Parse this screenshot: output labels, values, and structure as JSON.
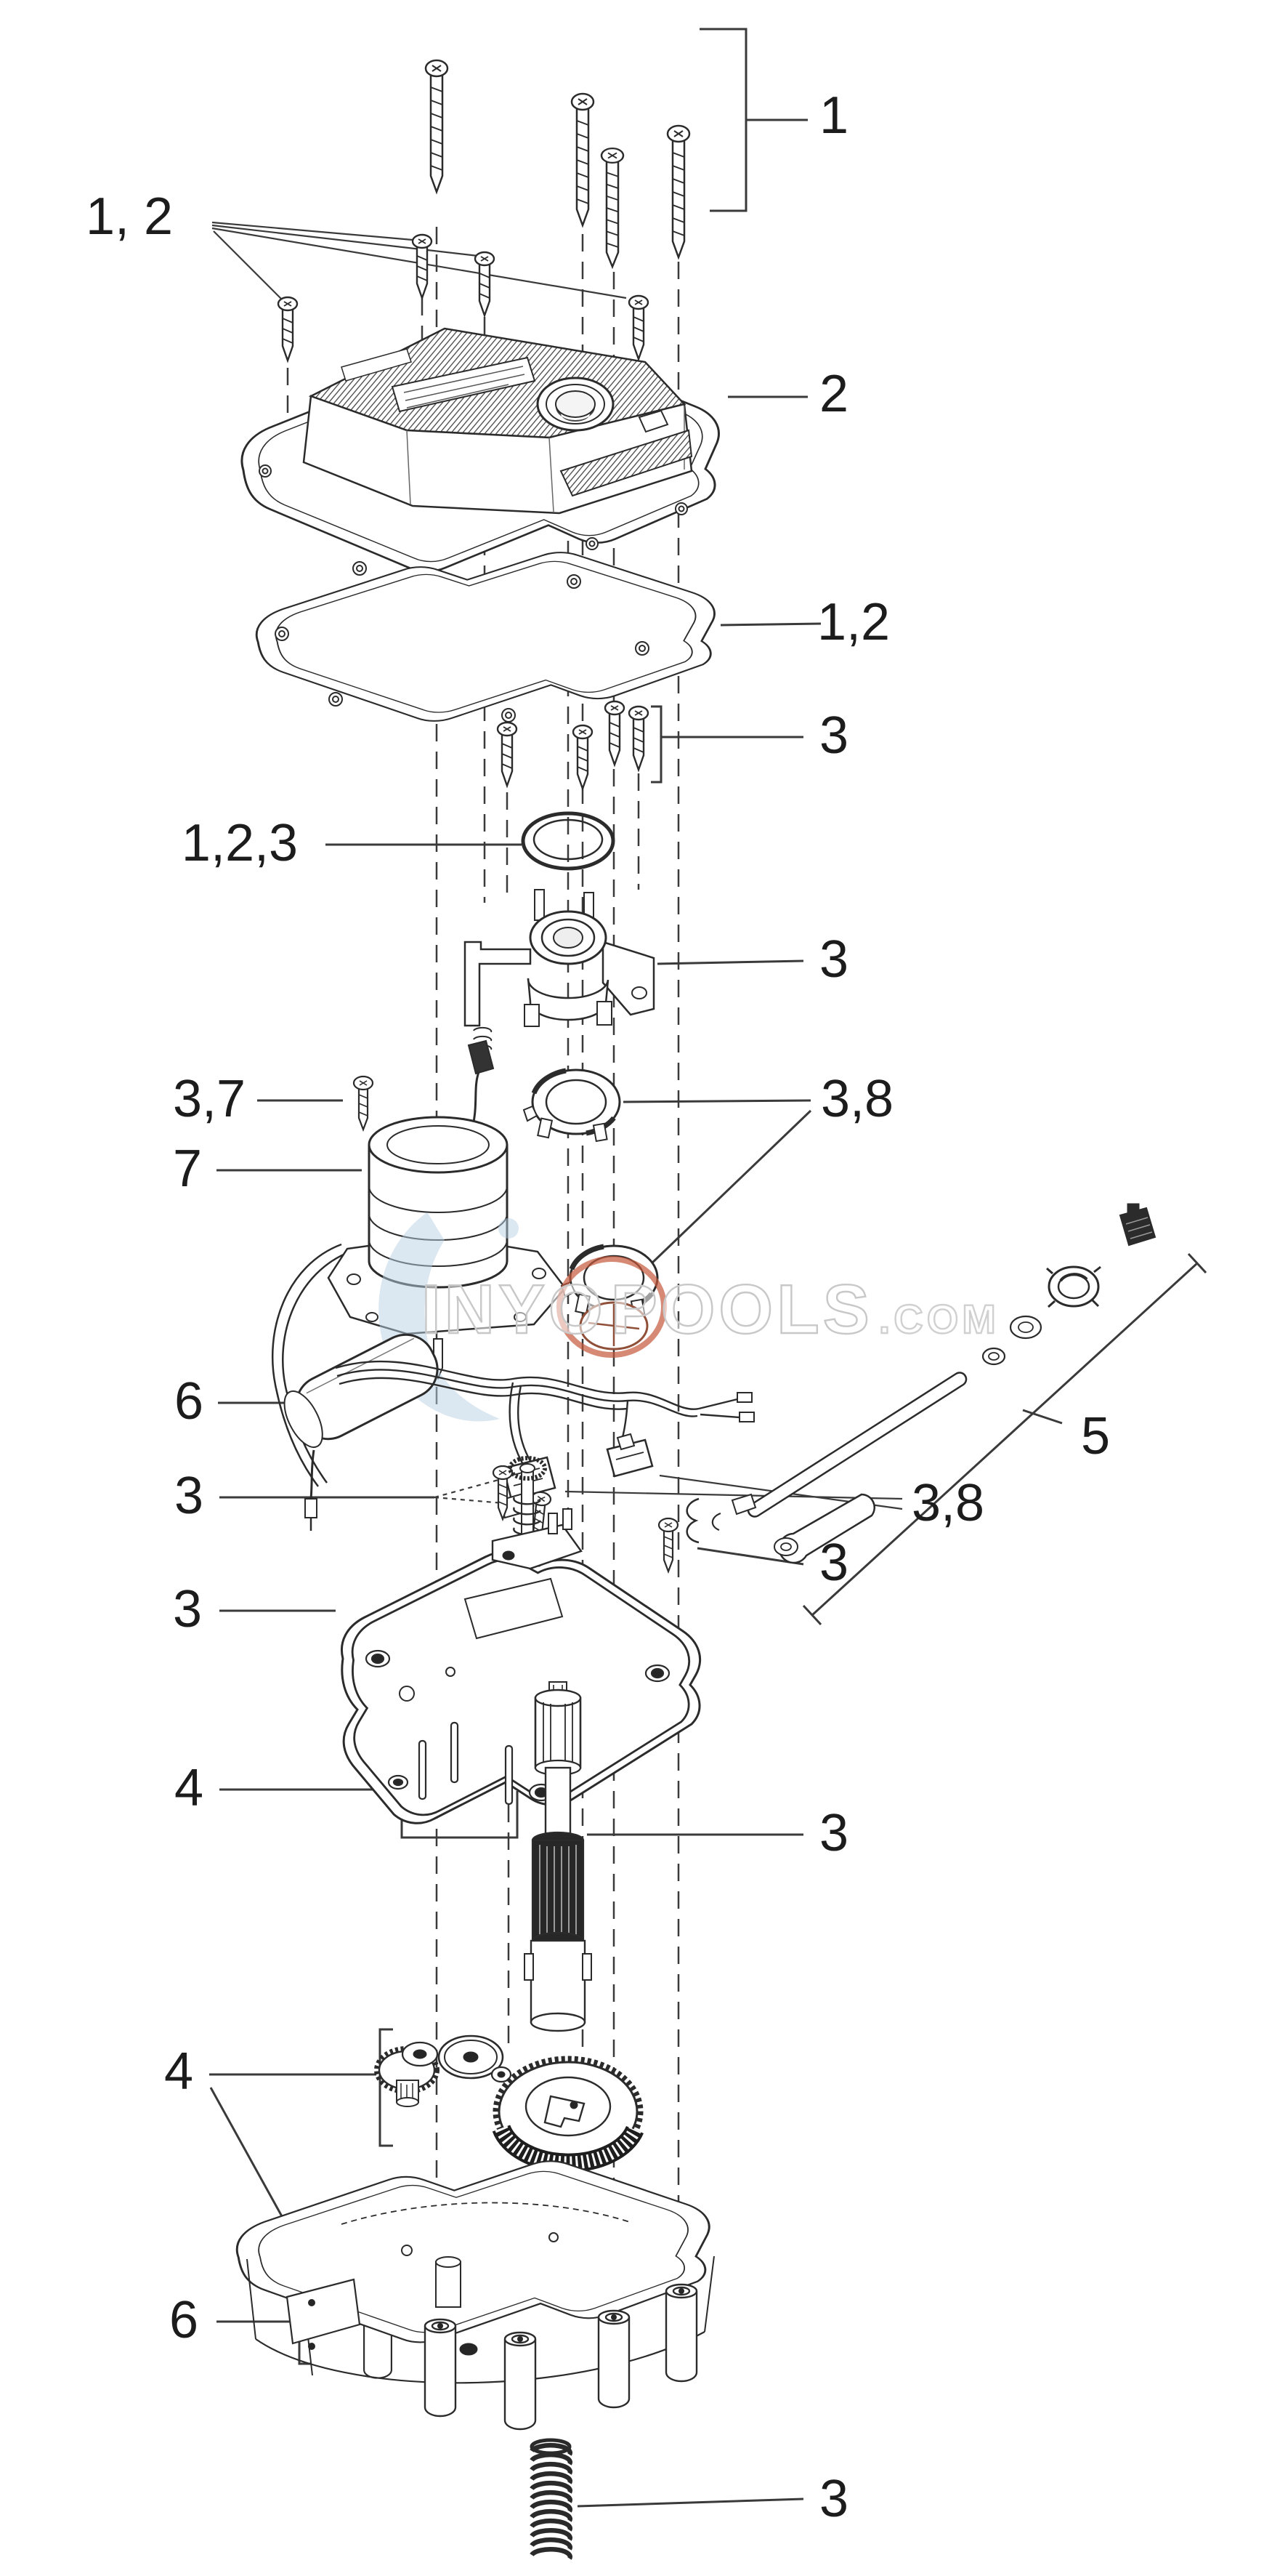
{
  "figure": {
    "kind": "exploded-parts-diagram",
    "background": "#ffffff"
  },
  "watermark": {
    "text": "INYOPOOLS.COM",
    "segments": {
      "part1": "INYO",
      "part2": "POOLS",
      "part3": ".COM"
    }
  },
  "colors": {
    "line_art": "#2b2b2b",
    "labels": "#1c1c1c",
    "dark_fill": "#262626",
    "watermark_text": "#c8c8c8",
    "watermark_swirl": "#b7cfe3",
    "watermark_logo_ring": "#c4593c",
    "cam_rust_tint": "#8f4f38",
    "background": "#ffffff"
  },
  "callouts": [
    {
      "text": "1"
    },
    {
      "text": "1, 2"
    },
    {
      "text": "2"
    },
    {
      "text": "1,2"
    },
    {
      "text": "3"
    },
    {
      "text": "1,2,3"
    },
    {
      "text": "3"
    },
    {
      "text": "3,7"
    },
    {
      "text": "3,8"
    },
    {
      "text": "7"
    },
    {
      "text": "6"
    },
    {
      "text": "5"
    },
    {
      "text": "3"
    },
    {
      "text": "3,8"
    },
    {
      "text": "3"
    },
    {
      "text": "3"
    },
    {
      "text": "4"
    },
    {
      "text": "3"
    },
    {
      "text": "4"
    },
    {
      "text": "6"
    },
    {
      "text": "3"
    }
  ]
}
